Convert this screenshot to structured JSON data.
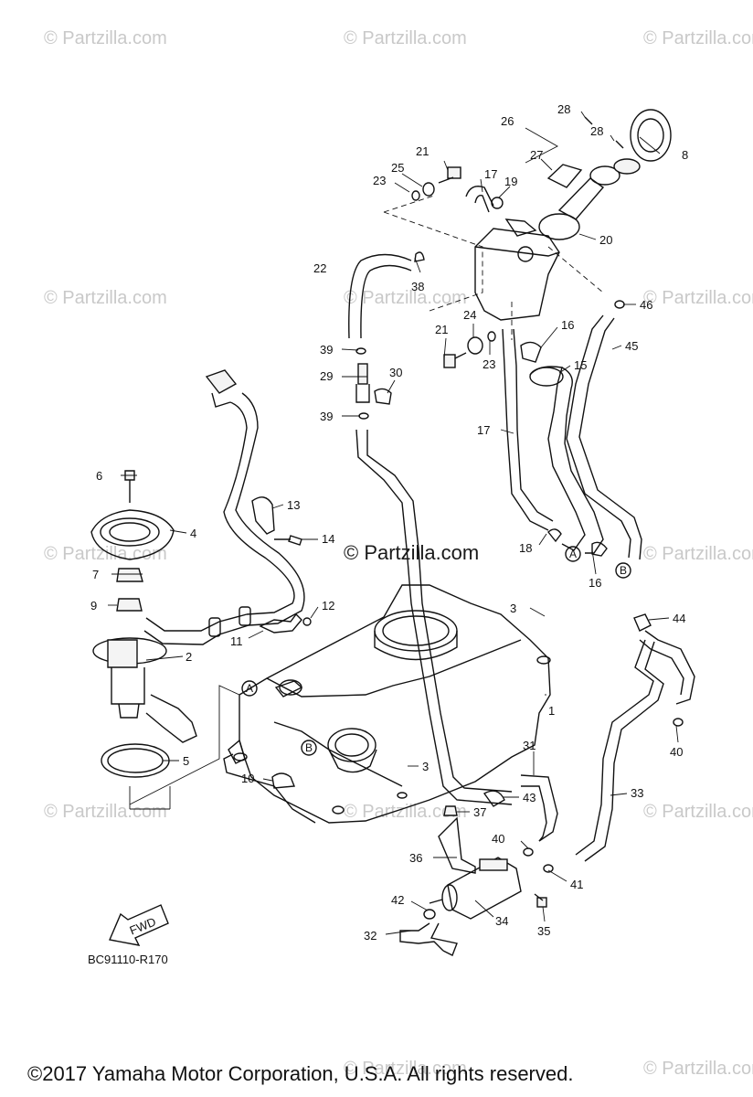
{
  "watermark": "© Partzilla.com",
  "center_watermark": "© Partzilla.com",
  "diagram_code": "BC91110-R170",
  "fwd_label": "FWD",
  "copyright": "©2017 Yamaha Motor Corporation, U.S.A. All rights reserved.",
  "callouts": {
    "c1": "1",
    "c2": "2",
    "c3a": "3",
    "c3b": "3",
    "c4": "4",
    "c5": "5",
    "c6": "6",
    "c7": "7",
    "c8": "8",
    "c9": "9",
    "c10": "10",
    "c11": "11",
    "c12": "12",
    "c13": "13",
    "c14": "14",
    "c15": "15",
    "c16a": "16",
    "c16b": "16",
    "c17a": "17",
    "c17b": "17",
    "c18": "18",
    "c19": "19",
    "c20": "20",
    "c21a": "21",
    "c21b": "21",
    "c22": "22",
    "c23a": "23",
    "c23b": "23",
    "c24": "24",
    "c25": "25",
    "c26": "26",
    "c27": "27",
    "c28a": "28",
    "c28b": "28",
    "c29": "29",
    "c30": "30",
    "c31": "31",
    "c32": "32",
    "c33": "33",
    "c34": "34",
    "c35": "35",
    "c36": "36",
    "c37": "37",
    "c38": "38",
    "c39a": "39",
    "c39b": "39",
    "c40a": "40",
    "c40b": "40",
    "c41": "41",
    "c42": "42",
    "c43": "43",
    "c44": "44",
    "c45": "45",
    "c46": "46"
  },
  "refs": {
    "a1": "A",
    "a2": "A",
    "b1": "B",
    "b2": "B"
  }
}
